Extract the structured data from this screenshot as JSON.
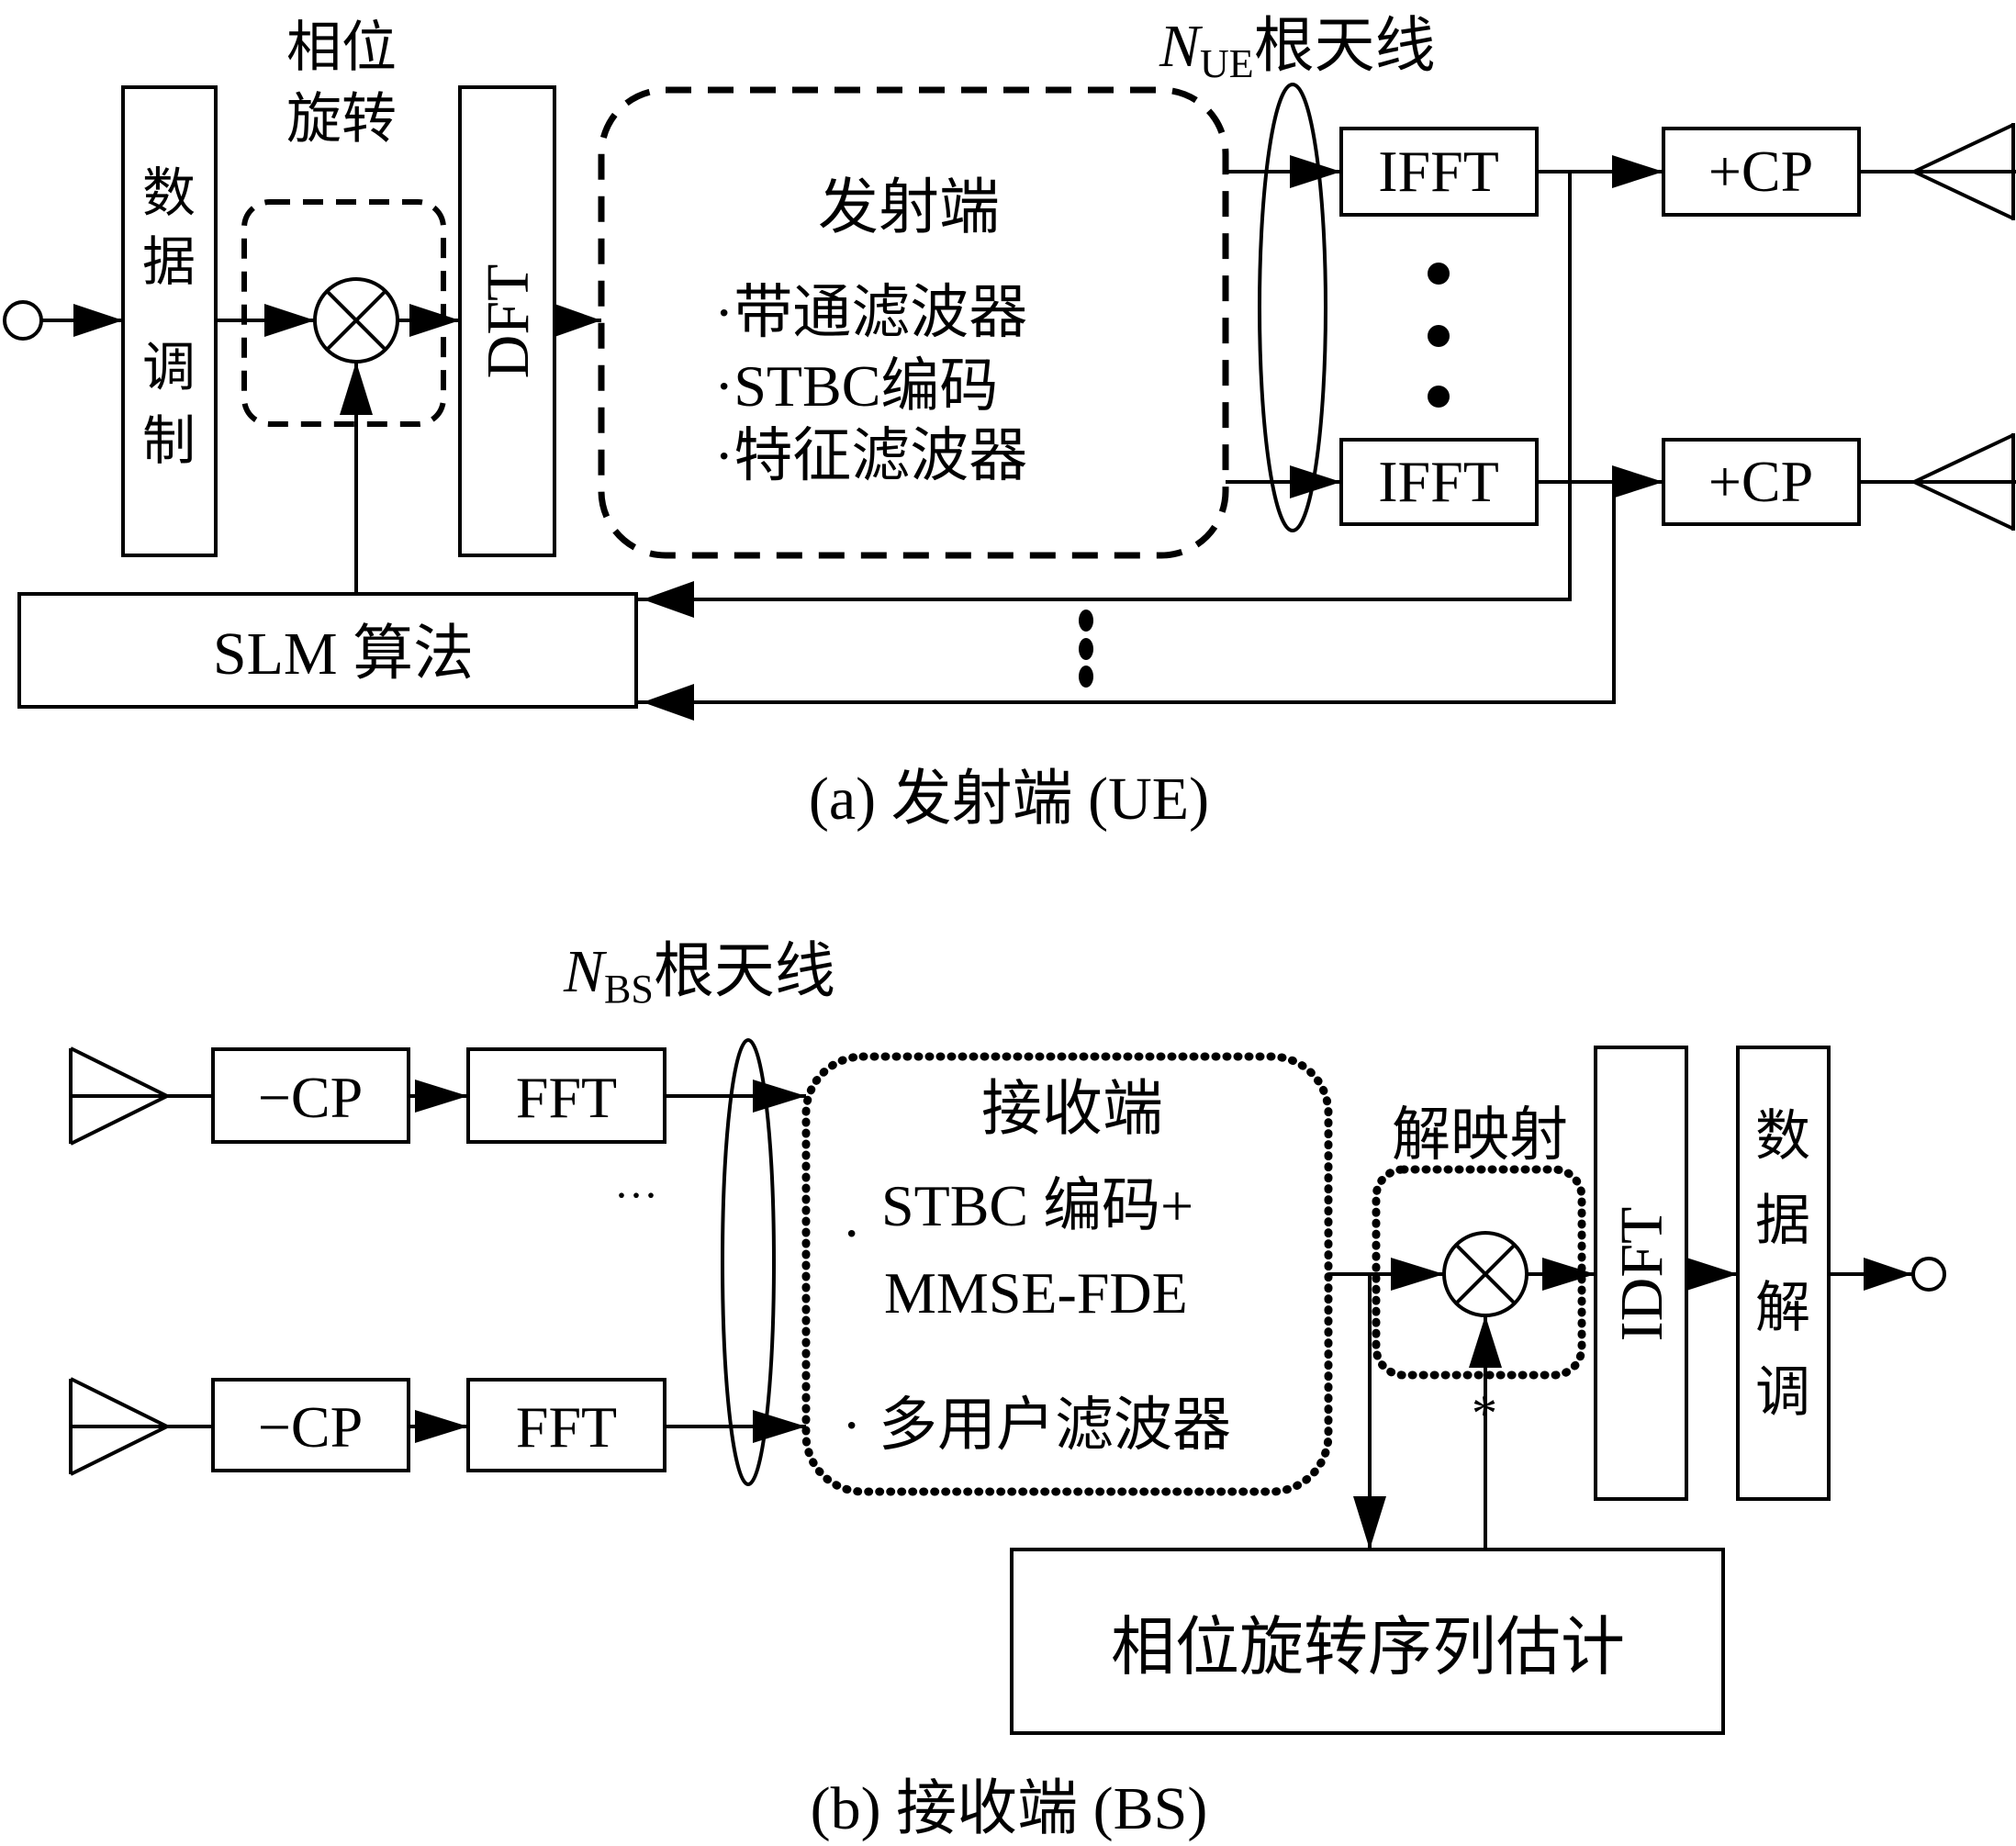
{
  "colors": {
    "line": "#000000",
    "background": "#ffffff"
  },
  "ue": {
    "phase_rotation_label": [
      "相位",
      "旋转"
    ],
    "data_mod_label": [
      "数",
      "据",
      "调",
      "制"
    ],
    "dft_label": "DFT",
    "antenna_count_label": {
      "symbol": "N",
      "subscript": "UE",
      "suffix": "根天线"
    },
    "transmitter_block": {
      "title": "发射端",
      "items": [
        "·带通滤波器",
        "·STBC编码",
        "·特征滤波器"
      ]
    },
    "ifft_label": "IFFT",
    "add_cp_label": "+CP",
    "slm_label": "SLM 算法",
    "caption": "(a) 发射端 (UE)"
  },
  "bs": {
    "antenna_count_label": {
      "symbol": "N",
      "subscript": "BS",
      "suffix": "根天线"
    },
    "remove_cp_label": "−CP",
    "fft_label": "FFT",
    "ellipsis": "···",
    "receiver_block": {
      "title": "接收端",
      "items": [
        "STBC 编码+",
        "MMSE-FDE",
        "多用户滤波器"
      ],
      "bullet": "·"
    },
    "demap_label": "解映射",
    "conjugate_mark": "*",
    "idft_label": "IDFT",
    "data_demod_label": [
      "数",
      "据",
      "解",
      "调"
    ],
    "estimation_label": "相位旋转序列估计",
    "caption": "(b) 接收端 (BS)"
  }
}
